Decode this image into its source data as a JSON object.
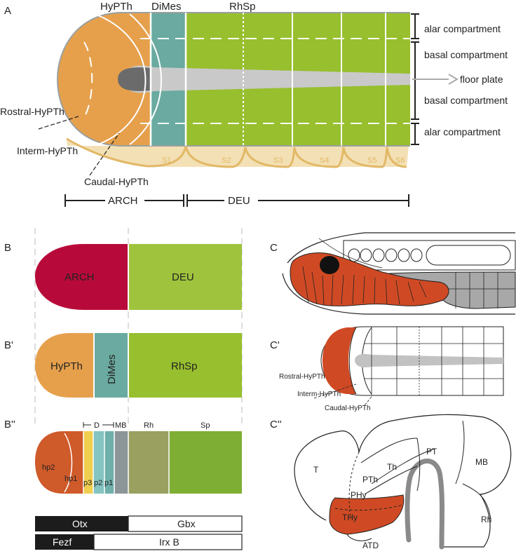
{
  "panelA": {
    "letter": "A",
    "top": {
      "hypth": "HyPTh",
      "dimes": "DiMes",
      "rhsp": "RhSp"
    },
    "right": {
      "alar_top": "alar compartment",
      "basal_top": "basal compartment",
      "floor": "floor plate",
      "basal_bottom": "basal compartment",
      "alar_bottom": "alar compartment"
    },
    "left": {
      "rostral": "Rostral-HyPTh",
      "interm": "Interm-HyPTh",
      "caudal": "Caudal-HyPTh"
    },
    "segments": [
      "S1",
      "S2",
      "S3",
      "S4",
      "S5",
      "S6"
    ],
    "bottom": {
      "arch": "ARCH",
      "deu": "DEU"
    }
  },
  "panelB": {
    "letter": "B",
    "arch": "ARCH",
    "deu": "DEU"
  },
  "panelB1": {
    "letter": "B'",
    "hypth": "HyPTh",
    "dimes": "DiMes",
    "rhsp": "RhSp"
  },
  "panelB2": {
    "letter": "B''",
    "d": "D",
    "mb": "MB",
    "rh": "Rh",
    "sp": "Sp",
    "hp2": "hp2",
    "hp1": "hp1",
    "p3": "p3",
    "p2": "p2",
    "p1": "p1",
    "otx": "Otx",
    "gbx": "Gbx",
    "fezf": "Fezf",
    "irxb": "Irx B"
  },
  "panelC": {
    "letter": "C"
  },
  "panelC1": {
    "letter": "C'",
    "rostral": "Rostral-HyPTh",
    "interm": "Interm-HyPTh",
    "caudal": "Caudal-HyPTh"
  },
  "panelC2": {
    "letter": "C''",
    "t": "T",
    "pt": "PT",
    "mb": "MB",
    "th": "Th",
    "pth": "PTh",
    "phy": "PHy",
    "thy": "THy",
    "atd": "ATD",
    "rh": "Rh"
  },
  "colors": {
    "hypth": "#e6a04c",
    "dimes": "#6aaaa0",
    "rhsp": "#97bf2e",
    "arch": "#b80a3a",
    "deu": "#9fc33d",
    "rostral_red": "#cf4a24",
    "rh_olive": "#9aa060",
    "sp_green": "#7fae34",
    "p3_yellow": "#f0cf4e",
    "mb_grey": "#8c9598",
    "floor_grey": "#c9c9c9",
    "s_tan": "#ecd29a"
  }
}
